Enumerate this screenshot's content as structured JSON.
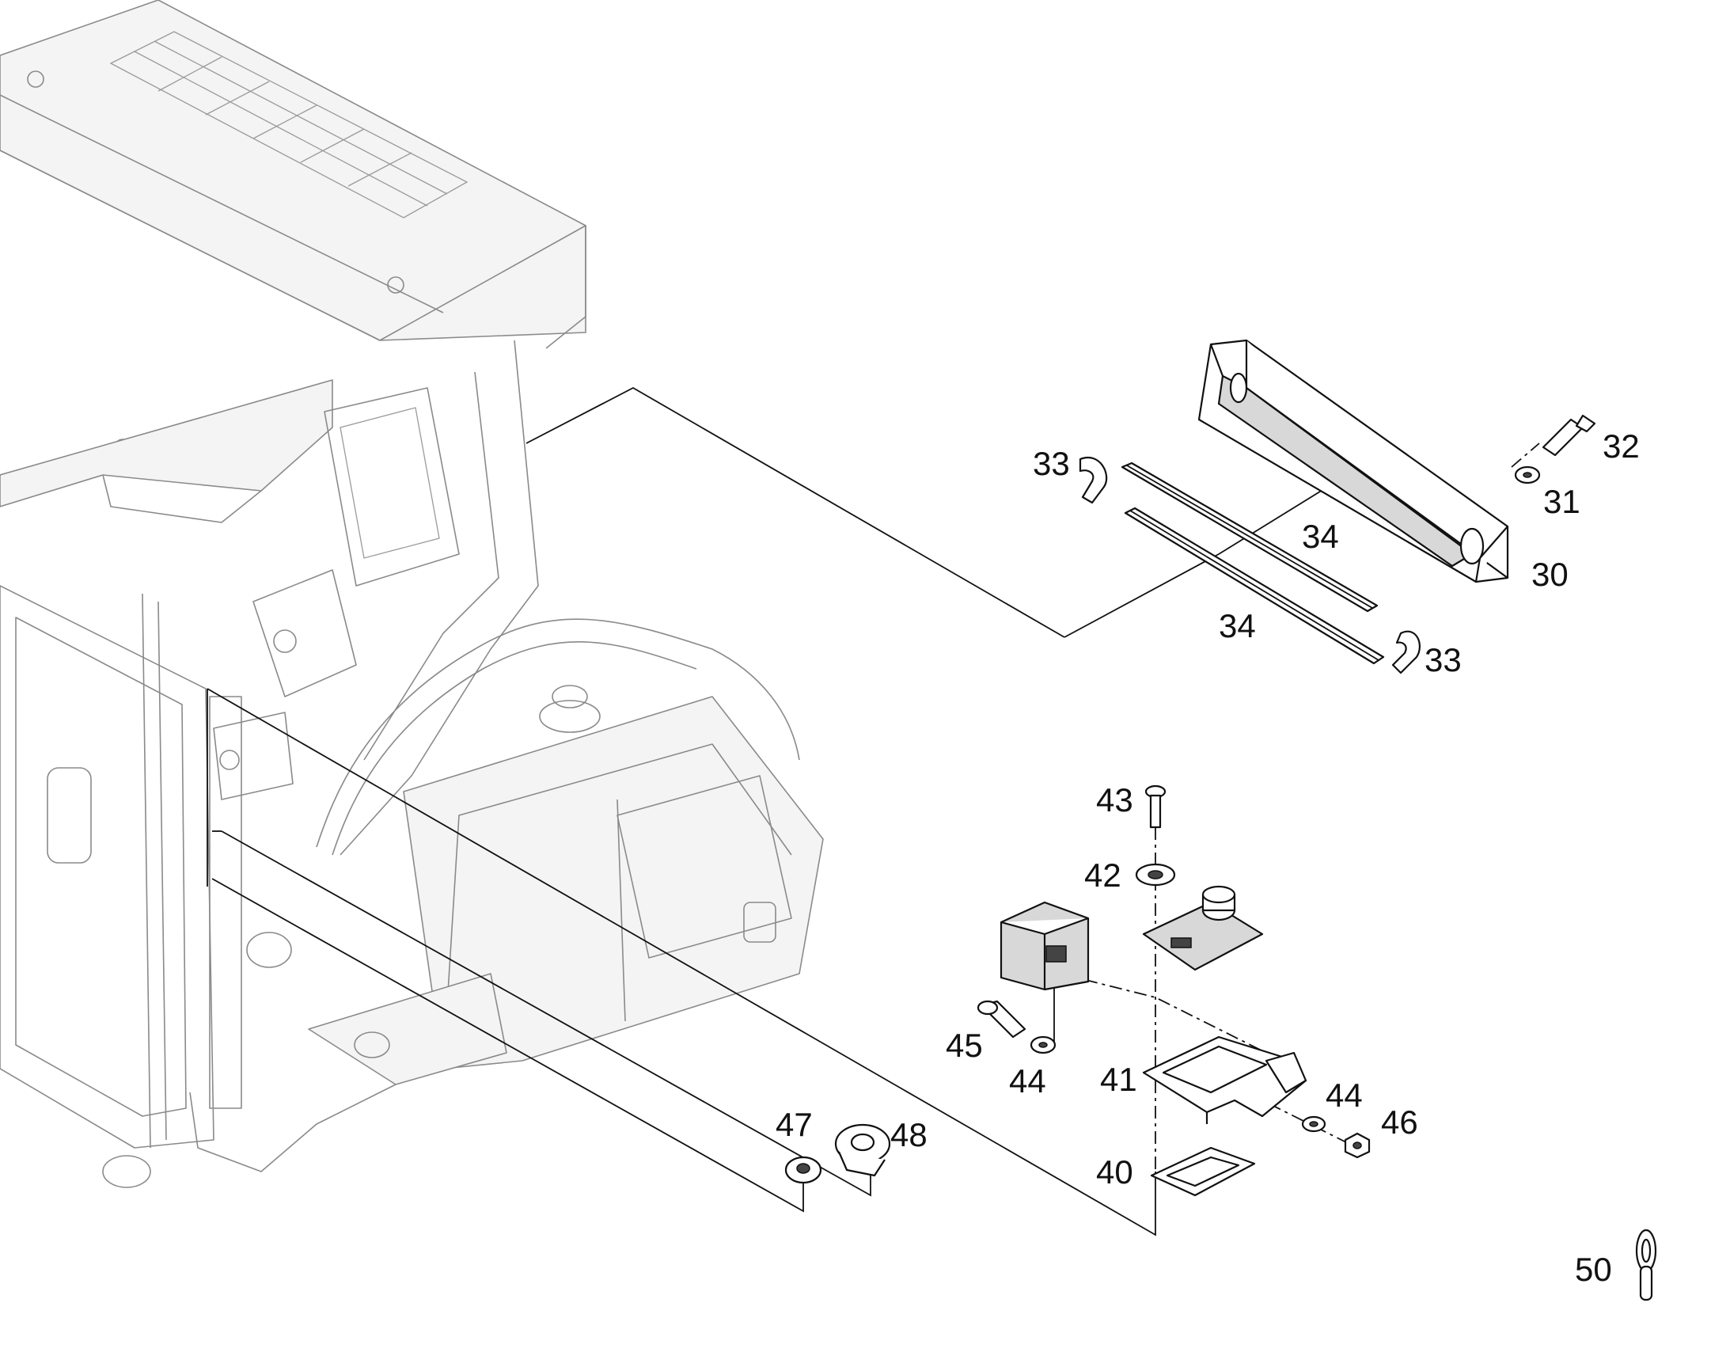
{
  "diagram": {
    "callouts": {
      "c30": "30",
      "c31": "31",
      "c32": "32",
      "c33a": "33",
      "c33b": "33",
      "c34a": "34",
      "c34b": "34",
      "c40": "40",
      "c41": "41",
      "c42": "42",
      "c43": "43",
      "c44a": "44",
      "c44b": "44",
      "c45": "45",
      "c46": "46",
      "c47": "47",
      "c48": "48",
      "c50": "50"
    }
  }
}
